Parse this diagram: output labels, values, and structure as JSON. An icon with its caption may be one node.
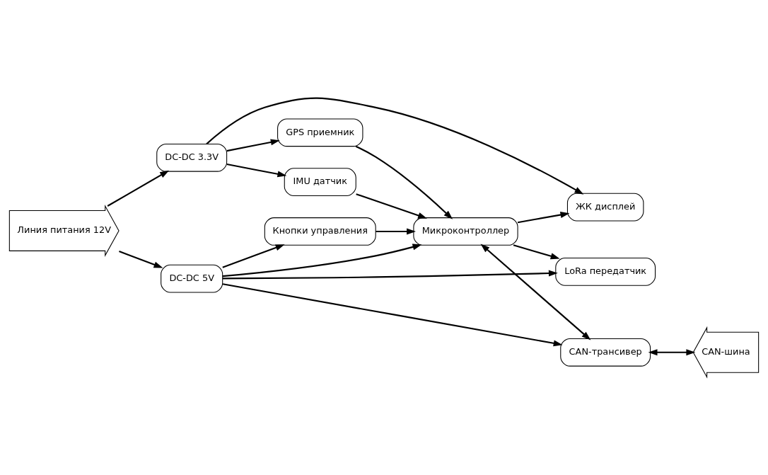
{
  "diagram": {
    "nodes": [
      {
        "text": [
          "Линия питания 12V"
        ]
      },
      {
        "text": [
          "CAN-шина"
        ]
      },
      {
        "text": [
          "DC-DC 3.3V"
        ]
      },
      {
        "text": [
          "ЖК дисплей"
        ]
      },
      {
        "text": [
          "GPS приемник"
        ]
      },
      {
        "text": [
          "IMU датчик"
        ]
      },
      {
        "text": [
          "Микроконтроллер"
        ]
      },
      {
        "text": [
          "DC-DC 5V"
        ]
      },
      {
        "text": [
          "LoRa передатчик"
        ]
      },
      {
        "text": [
          "Кнопки управления"
        ]
      },
      {
        "text": [
          "CAN-трансивер"
        ]
      }
    ],
    "edges": [
      {
        "from": 0,
        "to": 2,
        "arrow": "to"
      },
      {
        "from": 0,
        "to": 7,
        "arrow": "to"
      },
      {
        "from": 2,
        "to": 3,
        "arrow": "to"
      },
      {
        "from": 2,
        "to": 4,
        "arrow": "to"
      },
      {
        "from": 2,
        "to": 5,
        "arrow": "to"
      },
      {
        "from": 6,
        "to": 3,
        "arrow": "to"
      },
      {
        "from": 4,
        "to": 6,
        "arrow": "to"
      },
      {
        "from": 5,
        "to": 6,
        "arrow": "to"
      },
      {
        "from": 7,
        "to": 6,
        "arrow": "to"
      },
      {
        "from": 6,
        "to": 8,
        "arrow": "to"
      },
      {
        "from": 9,
        "to": 6,
        "arrow": "to"
      },
      {
        "from": 6,
        "to": 10,
        "arrow": "both"
      },
      {
        "from": 7,
        "to": 8,
        "arrow": "to"
      },
      {
        "from": 7,
        "to": 9,
        "arrow": "to"
      },
      {
        "from": 7,
        "to": 10,
        "arrow": "to"
      },
      {
        "from": 10,
        "to": 1,
        "arrow": "both"
      }
    ]
  }
}
